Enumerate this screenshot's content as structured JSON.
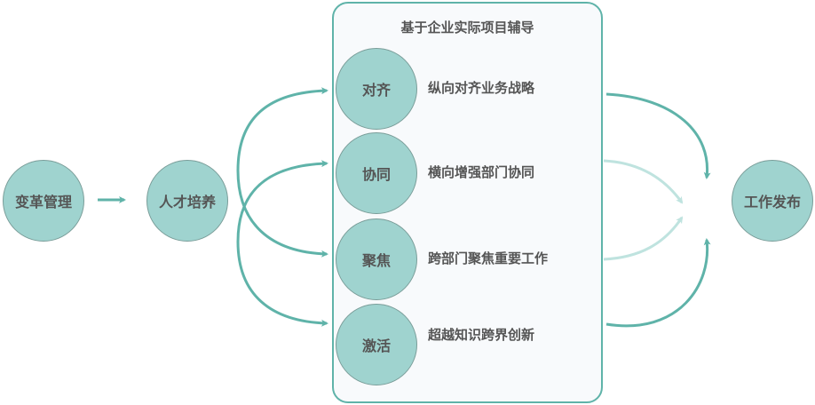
{
  "left_nodes": [
    "变革管理",
    "人才培养"
  ],
  "box": {
    "title": "基于企业实际项目辅导",
    "items": [
      {
        "label": "对齐",
        "desc": "纵向对齐业务战略"
      },
      {
        "label": "协同",
        "desc": "横向增强部门协同"
      },
      {
        "label": "聚焦",
        "desc": "跨部门聚焦重要工作"
      },
      {
        "label": "激活",
        "desc": "超越知识跨界创新"
      }
    ]
  },
  "right_node": "工作发布",
  "colors": {
    "accent": "#5fb3a9",
    "light": "#bfe3df",
    "node": "#9fd3cf"
  }
}
